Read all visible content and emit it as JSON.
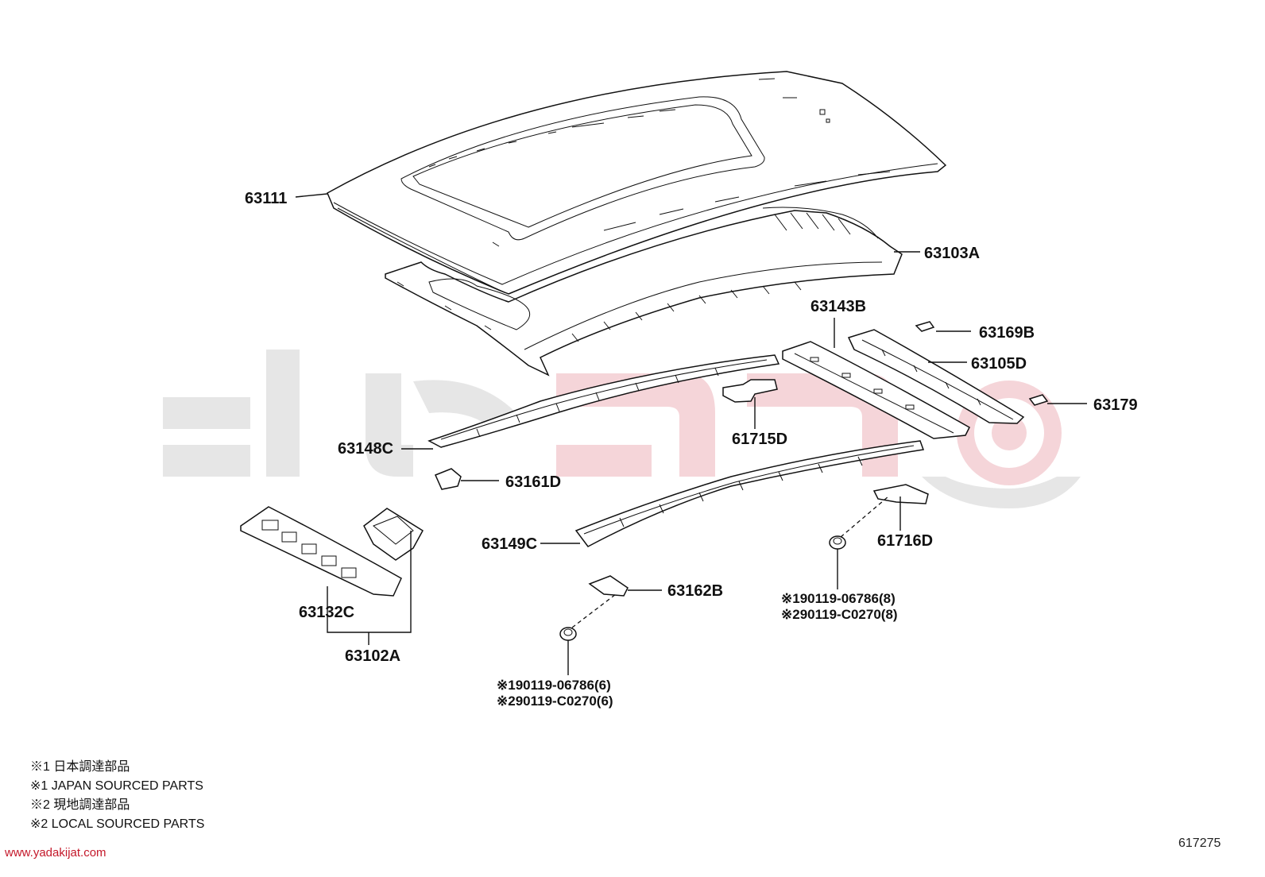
{
  "parts": {
    "p63111": "63111",
    "p63103A": "63103A",
    "p63143B": "63143B",
    "p63169B": "63169B",
    "p63105D": "63105D",
    "p63179": "63179",
    "p61715D": "61715D",
    "p63148C": "63148C",
    "p63161D": "63161D",
    "p63149C": "63149C",
    "p61716D": "61716D",
    "p63162B": "63162B",
    "p63132C": "63132C",
    "p63102A": "63102A"
  },
  "notes": {
    "right_line1": "※190119-06786(8)",
    "right_line2": "※290119-C0270(8)",
    "left_line1": "※190119-06786(6)",
    "left_line2": "※290119-C0270(6)"
  },
  "legend": [
    "※1 日本調達部品",
    "※1 JAPAN SOURCED PARTS",
    "※2 現地調達部品",
    "※2 LOCAL SOURCED PARTS"
  ],
  "footer": {
    "website": "www.yadakijat.com",
    "diagram_code": "617275"
  }
}
